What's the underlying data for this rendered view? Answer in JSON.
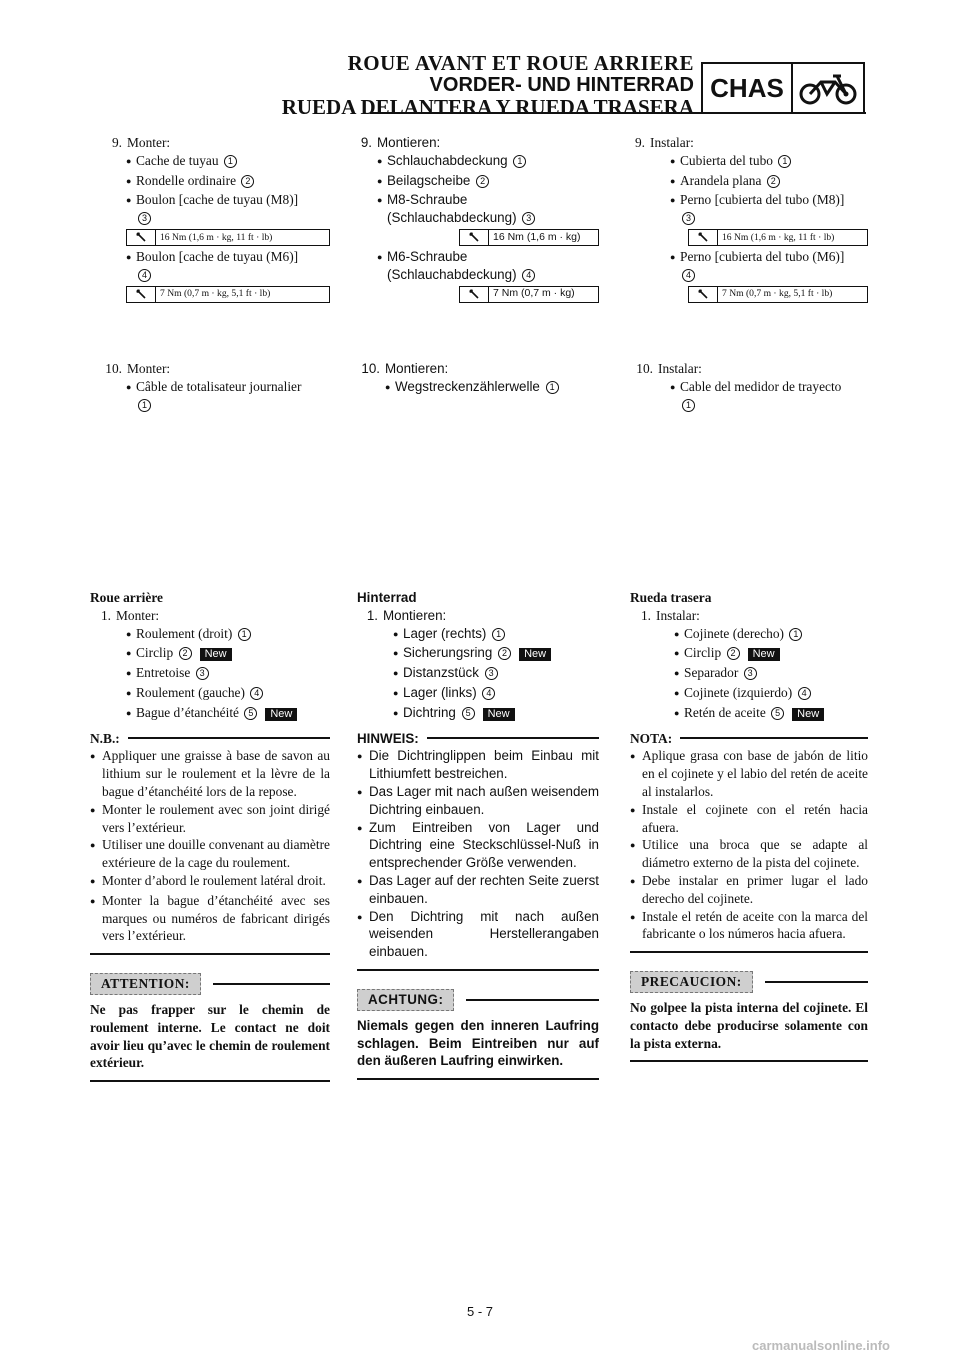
{
  "header": {
    "title_fr": "ROUE AVANT ET ROUE ARRIERE",
    "title_de": "VORDER- UND HINTERRAD",
    "title_es": "RUEDA DELANTERA Y RUEDA TRASERA",
    "section_tag": "CHAS"
  },
  "fr": {
    "s9_num": "9.",
    "s9_verb": "Monter:",
    "s9_i1": "Cache de tuyau",
    "s9_i2": "Rondelle ordinaire",
    "s9_i3": "Boulon [cache de tuyau (M8)]",
    "s9_t1": "16 Nm (1,6 m · kg, 11 ft · lb)",
    "s9_i4": "Boulon [cache de tuyau (M6)]",
    "s9_t2": "7 Nm (0,7 m · kg, 5,1 ft · lb)",
    "s10_num": "10.",
    "s10_verb": "Monter:",
    "s10_i1": "Câble de totalisateur journalier",
    "rear_title": "Roue arrière",
    "r1_num": "1.",
    "r1_verb": "Monter:",
    "r_i1": "Roulement (droit)",
    "r_i2": "Circlip",
    "r_i3": "Entretoise",
    "r_i4": "Roulement (gauche)",
    "r_i5": "Bague d’étanchéité",
    "note_label": "N.B.:",
    "notes": [
      "Appliquer une graisse à base de savon au lithium sur le roulement et la lèvre de la bague d’étanchéité lors de la repose.",
      "Monter le roulement avec son joint dirigé vers l’extérieur.",
      "Utiliser une douille convenant au diamètre extérieure de la cage du roulement.",
      "Monter d’abord le roulement latéral droit.",
      "Monter la bague d’étanchéité avec ses marques ou numéros de fabricant dirigés vers l’extérieur."
    ],
    "warn_label": "ATTENTION:",
    "warn_text": "Ne pas frapper sur le chemin de roulement interne. Le contact ne doit avoir lieu qu’avec le chemin de roulement extérieur."
  },
  "de": {
    "s9_num": "9.",
    "s9_verb": "Montieren:",
    "s9_i1": "Schlauchabdeckung",
    "s9_i2": "Beilagscheibe",
    "s9_i3": "M8-Schraube (Schlauchabdeckung)",
    "s9_t1": "16 Nm (1,6 m · kg)",
    "s9_i4": "M6-Schraube (Schlauchabdeckung)",
    "s9_t2": "7 Nm (0,7 m · kg)",
    "s10_num": "10.",
    "s10_verb": "Montieren:",
    "s10_i1": "Wegstreckenzählerwelle",
    "rear_title": "Hinterrad",
    "r1_num": "1.",
    "r1_verb": "Montieren:",
    "r_i1": "Lager (rechts)",
    "r_i2": "Sicherungsring",
    "r_i3": "Distanzstück",
    "r_i4": "Lager (links)",
    "r_i5": "Dichtring",
    "note_label": "HINWEIS:",
    "notes": [
      "Die Dichtringlippen beim Einbau mit Lithiumfett bestreichen.",
      "Das Lager mit nach außen weisendem Dichtring einbauen.",
      "Zum Eintreiben von Lager und Dichtring eine Steckschlüssel-Nuß in entsprechender Größe verwenden.",
      "Das Lager auf der rechten Seite zuerst einbauen.",
      "Den Dichtring mit nach außen weisenden Herstellerangaben einbauen."
    ],
    "warn_label": "ACHTUNG:",
    "warn_text": "Niemals gegen den inneren Laufring schlagen. Beim Eintreiben nur auf den äußeren Laufring einwirken."
  },
  "es": {
    "s9_num": "9.",
    "s9_verb": "Instalar:",
    "s9_i1": "Cubierta del tubo",
    "s9_i2": "Arandela plana",
    "s9_i3": "Perno [cubierta del tubo (M8)]",
    "s9_t1": "16 Nm (1,6 m · kg, 11 ft · lb)",
    "s9_i4": "Perno [cubierta del tubo (M6)]",
    "s9_t2": "7 Nm (0,7 m · kg, 5,1 ft · lb)",
    "s10_num": "10.",
    "s10_verb": "Instalar:",
    "s10_i1": "Cable del medidor de trayecto",
    "rear_title": "Rueda trasera",
    "r1_num": "1.",
    "r1_verb": "Instalar:",
    "r_i1": "Cojinete (derecho)",
    "r_i2": "Circlip",
    "r_i3": "Separador",
    "r_i4": "Cojinete (izquierdo)",
    "r_i5": "Retén de aceite",
    "note_label": "NOTA:",
    "notes": [
      "Aplique grasa con base de jabón de litio en el cojinete y el labio del retén de aceite al instalarlos.",
      "Instale el cojinete con el retén hacia afuera.",
      "Utilice una broca que se adapte al diámetro externo de la pista del cojinete.",
      "Debe instalar en primer lugar el lado derecho del cojinete.",
      "Instale el retén de aceite con la marca del fabricante o los números hacia afuera."
    ],
    "warn_label": "PRECAUCION:",
    "warn_text": "No golpee la pista interna del cojinete. El contacto debe producirse solamente con la pista externa."
  },
  "common": {
    "n1": "1",
    "n2": "2",
    "n3": "3",
    "n4": "4",
    "n5": "5",
    "new_badge": "New"
  },
  "footer": {
    "page_number": "5 - 7",
    "watermark": "carmanualsonline.info"
  }
}
